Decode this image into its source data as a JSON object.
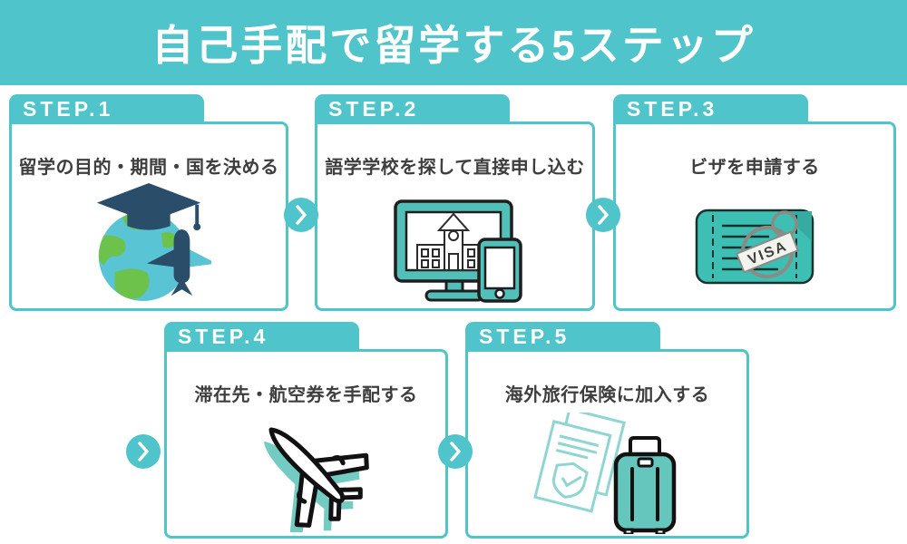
{
  "header": {
    "title": "自己手配で留学する5ステップ"
  },
  "steps": [
    {
      "label": "STEP.1",
      "title": "留学の目的・期間・国を決める",
      "icon": "globe-graduation-airplane-icon"
    },
    {
      "label": "STEP.2",
      "title": "語学学校を探して直接申し込む",
      "icon": "computer-school-tablet-icon"
    },
    {
      "label": "STEP.3",
      "title": "ビザを申請する",
      "icon": "visa-stamp-icon",
      "stamp_text": "VISA"
    },
    {
      "label": "STEP.4",
      "title": "滞在先・航空券を手配する",
      "icon": "airplane-icon"
    },
    {
      "label": "STEP.5",
      "title": "海外旅行保険に加入する",
      "icon": "insurance-documents-suitcase-icon"
    }
  ],
  "arrows": {
    "count": 4,
    "glyph": "chevron-right"
  },
  "colors": {
    "teal": "#4FC4CA",
    "title_text": "#3E3E3E",
    "step_label_text": "#FFFFFF",
    "illustration_navy": "#2A4D69",
    "illustration_green": "#6CC24A",
    "illustration_ocean": "#58C4D4",
    "illustration_teal_fill": "#53BFB9",
    "illustration_outline": "#1E1E1E",
    "stamp_gray": "#8B8B85",
    "doc_light_teal": "#8FD5D2",
    "plane_shadow_teal": "#73CBC2"
  }
}
